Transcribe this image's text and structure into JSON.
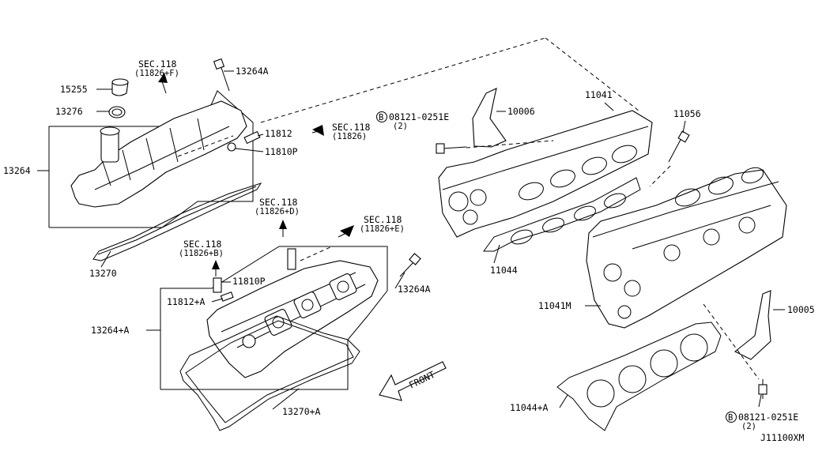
{
  "labels": {
    "p15255": "15255",
    "p13276": "13276",
    "p13264": "13264",
    "p13270": "13270",
    "p13264a_top": "13264A",
    "p11812": "11812",
    "p11810p_top": "11810P",
    "sec_f_1": "SEC.118",
    "sec_f_2": "(11826+F)",
    "sec_plain_1": "SEC.118",
    "sec_plain_2": "(11826)",
    "sec_d_1": "SEC.118",
    "sec_d_2": "(11826+D)",
    "sec_e_1": "SEC.118",
    "sec_e_2": "(11826+E)",
    "sec_b_1": "SEC.118",
    "sec_b_2": "(11826+B)",
    "p11810p_low": "11810P",
    "p11812a": "11812+A",
    "p13264a_plus": "13264+A",
    "p13264a_low": "13264A",
    "p13270a": "13270+A",
    "front": "FRONT",
    "bolt_top_1": "08121-0251E",
    "bolt_top_2": "(2)",
    "bolt_b_symbol": "B",
    "p10006": "10006",
    "p11041": "11041",
    "p11056": "11056",
    "p11044": "11044",
    "p11041m": "11041M",
    "p10005": "10005",
    "p11044a": "11044+A",
    "bolt_low_1": "08121-0251E",
    "bolt_low_2": "(2)",
    "diagram_code": "J11100XM"
  }
}
